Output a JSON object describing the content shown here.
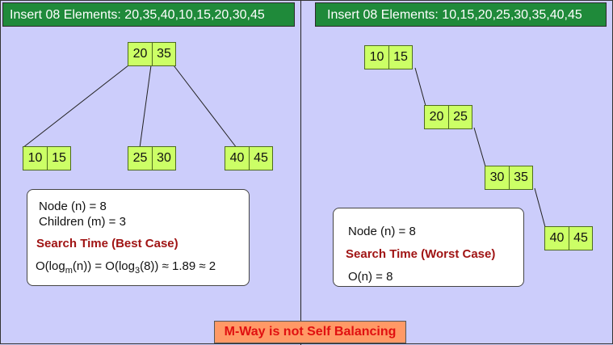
{
  "left_panel": {
    "header": "Insert 08 Elements: 20,35,40,10,15,20,30,45",
    "root": [
      "20",
      "35"
    ],
    "children": [
      [
        "10",
        "15"
      ],
      [
        "25",
        "30"
      ],
      [
        "40",
        "45"
      ]
    ],
    "info": {
      "nodes": "Node (n) = 8",
      "children": "Children (m) = 3",
      "search_title": "Search Time (Best Case)",
      "formula": {
        "part1": "O(log",
        "sub1": "m",
        "part2": "(n)) = O(log",
        "sub2": "3",
        "part3": "(8)) ≈ 1.89 ≈ 2"
      }
    }
  },
  "right_panel": {
    "header": "Insert 08 Elements: 10,15,20,25,30,35,40,45",
    "chain": [
      [
        "10",
        "15"
      ],
      [
        "20",
        "25"
      ],
      [
        "30",
        "35"
      ],
      [
        "40",
        "45"
      ]
    ],
    "info": {
      "nodes": "Node (n) = 8",
      "search_title": "Search Time (Worst Case)",
      "formula": "O(n) = 8"
    }
  },
  "banner": "M-Way is not Self Balancing",
  "colors": {
    "background": "#cccdfb",
    "header": "#1f8a3a",
    "node_fill": "#ccff66",
    "banner_fill": "#ff9966",
    "banner_text": "#e01010",
    "search_title": "#a01414"
  }
}
